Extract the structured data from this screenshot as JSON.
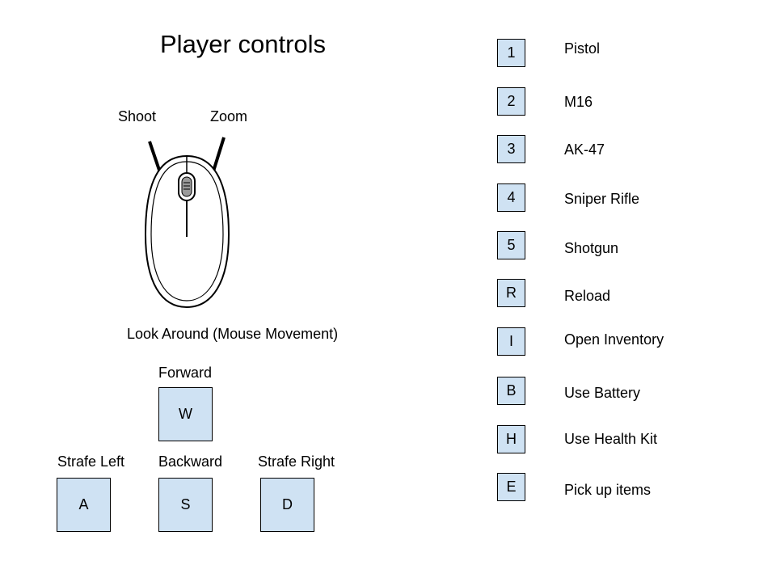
{
  "title": "Player controls",
  "mouse": {
    "shoot_label": "Shoot",
    "zoom_label": "Zoom",
    "look_label": "Look Around (Mouse Movement)"
  },
  "movement": {
    "forward": {
      "label": "Forward",
      "key": "W"
    },
    "left": {
      "label": "Strafe Left",
      "key": "A"
    },
    "backward": {
      "label": "Backward",
      "key": "S"
    },
    "right": {
      "label": "Strafe Right",
      "key": "D"
    }
  },
  "bindings": [
    {
      "key": "1",
      "action": "Pistol"
    },
    {
      "key": "2",
      "action": "M16"
    },
    {
      "key": "3",
      "action": "AK-47"
    },
    {
      "key": "4",
      "action": "Sniper Rifle"
    },
    {
      "key": "5",
      "action": "Shotgun"
    },
    {
      "key": "R",
      "action": "Reload"
    },
    {
      "key": "I",
      "action": "Open Inventory"
    },
    {
      "key": "B",
      "action": "Use Battery"
    },
    {
      "key": "H",
      "action": "Use Health Kit"
    },
    {
      "key": "E",
      "action": "Pick up items"
    }
  ],
  "colors": {
    "key_fill": "#cfe2f3",
    "outline": "#000000"
  },
  "icons": {
    "mouse": "computer-mouse-icon"
  }
}
